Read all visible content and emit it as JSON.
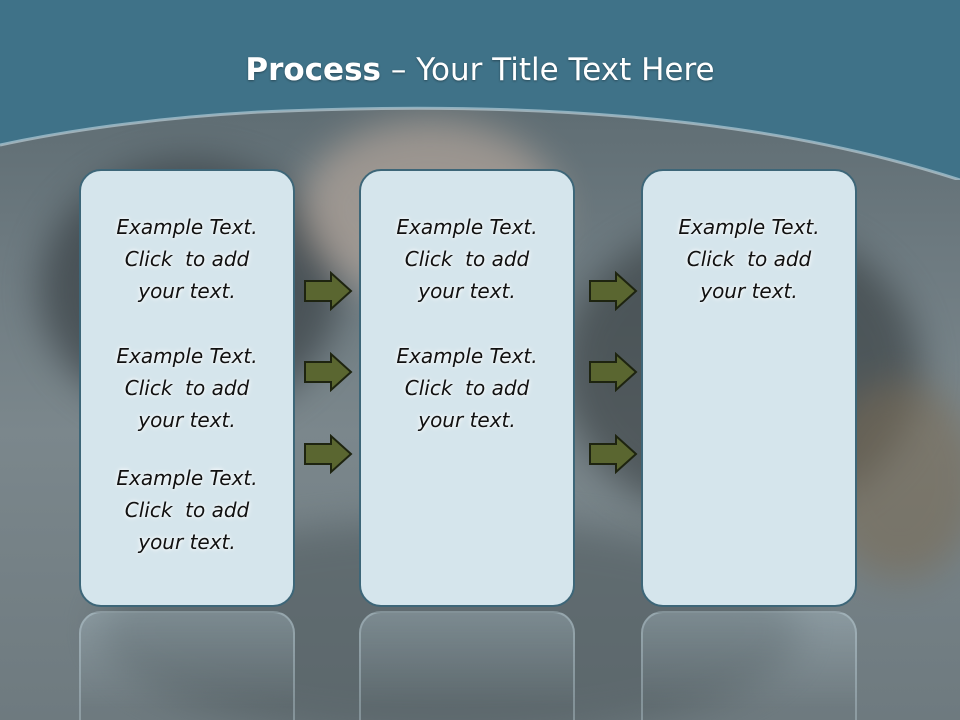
{
  "slide": {
    "title_bold": "Process",
    "title_rest": "  – Your Title Text Here"
  },
  "columns": [
    {
      "blocks": [
        [
          "Example Text.",
          "Click  to add",
          "your text."
        ],
        [
          "Example Text.",
          "Click  to add",
          "your text."
        ],
        [
          "Example Text.",
          "Click  to add",
          "your text."
        ]
      ]
    },
    {
      "blocks": [
        [
          "Example Text.",
          "Click  to add",
          "your text."
        ],
        [
          "Example Text.",
          "Click  to add",
          "your text."
        ]
      ]
    },
    {
      "blocks": [
        [
          "Example Text.",
          "Click  to add",
          "your text."
        ]
      ]
    }
  ],
  "colors": {
    "header": "#3f7288",
    "box_fill": "#d5e5ec",
    "box_border": "#3d6678",
    "arrow_fill": "#5a6630",
    "arrow_stroke": "#1e2410"
  },
  "icons": [
    "right-arrow-icon"
  ]
}
